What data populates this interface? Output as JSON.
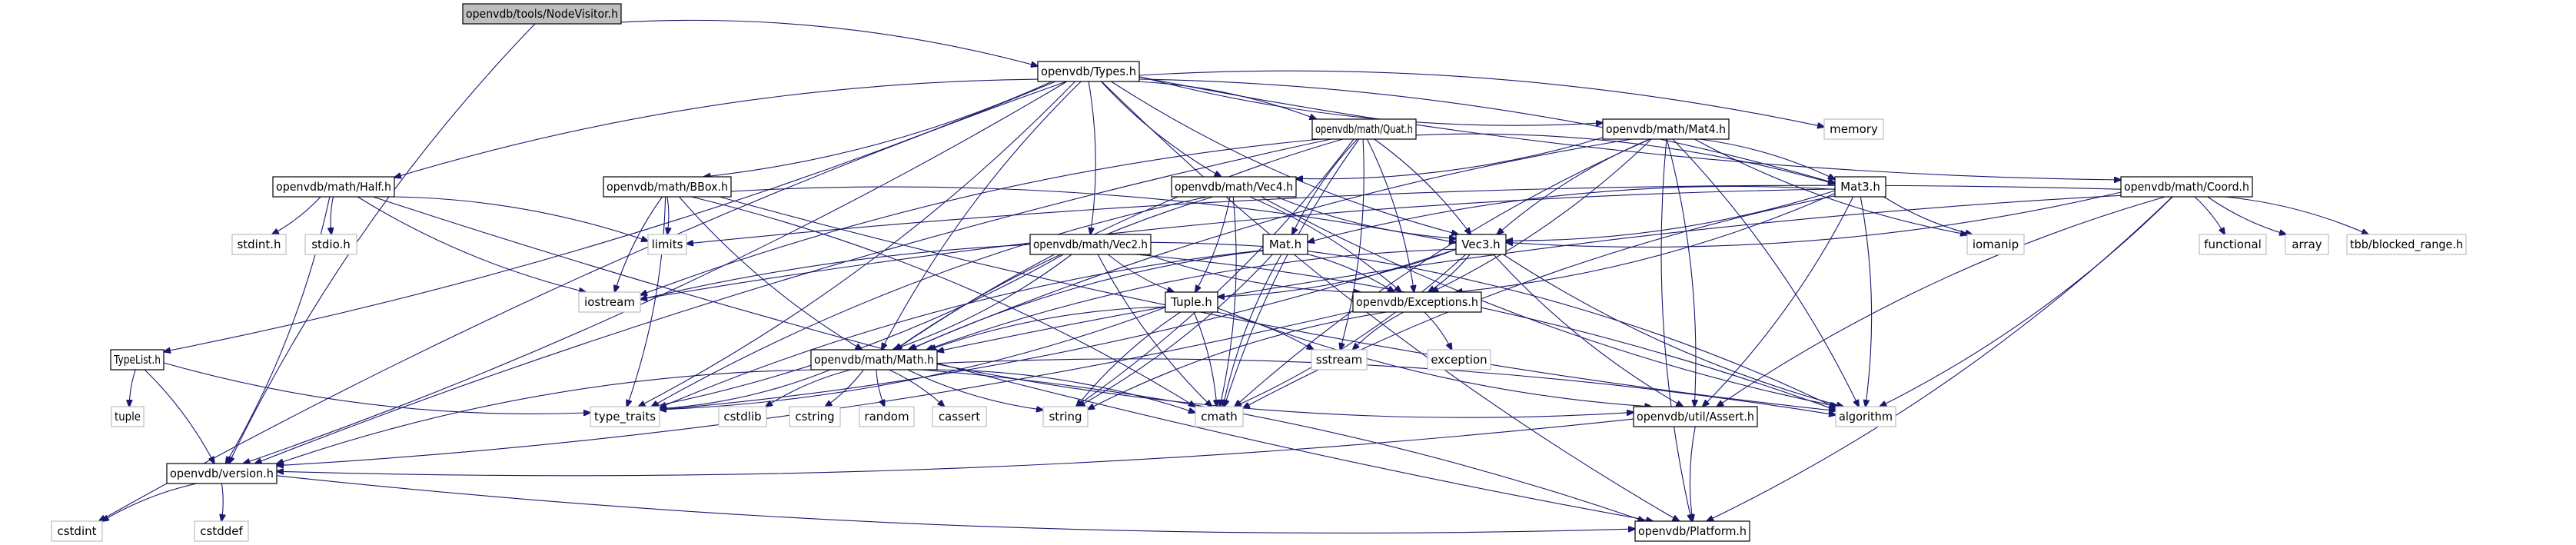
{
  "diagram": {
    "type": "include-dependency-graph",
    "root": "openvdb/tools/NodeVisitor.h",
    "colors": {
      "edge": "#191970",
      "root_fill": "#bfbfbf",
      "documented_border": "#000000",
      "external_border": "#bfbfbf"
    },
    "nodes": [
      {
        "id": "nodevisitor",
        "label": "openvdb/tools/NodeVisitor.h",
        "kind": "root"
      },
      {
        "id": "types",
        "label": "openvdb/Types.h",
        "kind": "documented"
      },
      {
        "id": "quat",
        "label": "openvdb/math/Quat.h",
        "kind": "documented"
      },
      {
        "id": "mat4",
        "label": "openvdb/math/Mat4.h",
        "kind": "documented"
      },
      {
        "id": "memory",
        "label": "memory",
        "kind": "external"
      },
      {
        "id": "half",
        "label": "openvdb/math/Half.h",
        "kind": "documented"
      },
      {
        "id": "bbox",
        "label": "openvdb/math/BBox.h",
        "kind": "documented"
      },
      {
        "id": "vec4",
        "label": "openvdb/math/Vec4.h",
        "kind": "documented"
      },
      {
        "id": "mat3",
        "label": "Mat3.h",
        "kind": "documented"
      },
      {
        "id": "coord",
        "label": "openvdb/math/Coord.h",
        "kind": "documented"
      },
      {
        "id": "stdinth",
        "label": "stdint.h",
        "kind": "external"
      },
      {
        "id": "stdioh",
        "label": "stdio.h",
        "kind": "external"
      },
      {
        "id": "limits",
        "label": "limits",
        "kind": "external"
      },
      {
        "id": "vec2",
        "label": "openvdb/math/Vec2.h",
        "kind": "documented"
      },
      {
        "id": "mat",
        "label": "Mat.h",
        "kind": "documented"
      },
      {
        "id": "vec3",
        "label": "Vec3.h",
        "kind": "documented"
      },
      {
        "id": "iomanip",
        "label": "iomanip",
        "kind": "external"
      },
      {
        "id": "functional",
        "label": "functional",
        "kind": "external"
      },
      {
        "id": "array",
        "label": "array",
        "kind": "external"
      },
      {
        "id": "tbbrange",
        "label": "tbb/blocked_range.h",
        "kind": "external"
      },
      {
        "id": "iostream",
        "label": "iostream",
        "kind": "external"
      },
      {
        "id": "tuple_h",
        "label": "Tuple.h",
        "kind": "documented"
      },
      {
        "id": "exceptions",
        "label": "openvdb/Exceptions.h",
        "kind": "documented"
      },
      {
        "id": "typelist",
        "label": "TypeList.h",
        "kind": "documented"
      },
      {
        "id": "sstream",
        "label": "sstream",
        "kind": "external"
      },
      {
        "id": "exception",
        "label": "exception",
        "kind": "external"
      },
      {
        "id": "mathh",
        "label": "openvdb/math/Math.h",
        "kind": "documented"
      },
      {
        "id": "tuple",
        "label": "tuple",
        "kind": "external"
      },
      {
        "id": "typetraits",
        "label": "type_traits",
        "kind": "external"
      },
      {
        "id": "cstdlib",
        "label": "cstdlib",
        "kind": "external"
      },
      {
        "id": "cstring",
        "label": "cstring",
        "kind": "external"
      },
      {
        "id": "random",
        "label": "random",
        "kind": "external"
      },
      {
        "id": "cassert",
        "label": "cassert",
        "kind": "external"
      },
      {
        "id": "string",
        "label": "string",
        "kind": "external"
      },
      {
        "id": "cmath",
        "label": "cmath",
        "kind": "external"
      },
      {
        "id": "assert",
        "label": "openvdb/util/Assert.h",
        "kind": "documented"
      },
      {
        "id": "algorithm",
        "label": "algorithm",
        "kind": "external"
      },
      {
        "id": "version",
        "label": "openvdb/version.h",
        "kind": "documented"
      },
      {
        "id": "cstdint",
        "label": "cstdint",
        "kind": "external"
      },
      {
        "id": "cstddef",
        "label": "cstddef",
        "kind": "external"
      },
      {
        "id": "platform",
        "label": "openvdb/Platform.h",
        "kind": "documented"
      }
    ],
    "edges": [
      [
        "nodevisitor",
        "types"
      ],
      [
        "nodevisitor",
        "version"
      ],
      [
        "types",
        "quat"
      ],
      [
        "types",
        "mat4"
      ],
      [
        "types",
        "memory"
      ],
      [
        "types",
        "half"
      ],
      [
        "types",
        "bbox"
      ],
      [
        "types",
        "vec4"
      ],
      [
        "types",
        "mat3"
      ],
      [
        "types",
        "coord"
      ],
      [
        "types",
        "vec2"
      ],
      [
        "types",
        "vec3"
      ],
      [
        "types",
        "typelist"
      ],
      [
        "types",
        "mathh"
      ],
      [
        "types",
        "typetraits"
      ],
      [
        "types",
        "cstdint"
      ],
      [
        "types",
        "version"
      ],
      [
        "types",
        "platform"
      ],
      [
        "quat",
        "mat3"
      ],
      [
        "quat",
        "mat"
      ],
      [
        "quat",
        "vec3"
      ],
      [
        "quat",
        "mathh"
      ],
      [
        "quat",
        "exceptions"
      ],
      [
        "quat",
        "iostream"
      ],
      [
        "quat",
        "sstream"
      ],
      [
        "quat",
        "cmath"
      ],
      [
        "quat",
        "string"
      ],
      [
        "quat",
        "version"
      ],
      [
        "mat4",
        "mat3"
      ],
      [
        "mat4",
        "vec3"
      ],
      [
        "mat4",
        "vec4"
      ],
      [
        "mat4",
        "mathh"
      ],
      [
        "mat4",
        "exceptions"
      ],
      [
        "mat4",
        "iomanip"
      ],
      [
        "mat4",
        "algorithm"
      ],
      [
        "mat4",
        "cmath"
      ],
      [
        "mat4",
        "assert"
      ],
      [
        "mat4",
        "platform"
      ],
      [
        "half",
        "stdinth"
      ],
      [
        "half",
        "stdioh"
      ],
      [
        "half",
        "limits"
      ],
      [
        "half",
        "iostream"
      ],
      [
        "half",
        "version"
      ],
      [
        "half",
        "platform"
      ],
      [
        "bbox",
        "vec3"
      ],
      [
        "bbox",
        "mathh"
      ],
      [
        "bbox",
        "limits"
      ],
      [
        "bbox",
        "iostream"
      ],
      [
        "bbox",
        "typetraits"
      ],
      [
        "bbox",
        "algorithm"
      ],
      [
        "bbox",
        "cmath"
      ],
      [
        "vec4",
        "vec3"
      ],
      [
        "vec4",
        "tuple_h"
      ],
      [
        "vec4",
        "mathh"
      ],
      [
        "vec4",
        "exceptions"
      ],
      [
        "vec4",
        "algorithm"
      ],
      [
        "vec4",
        "cmath"
      ],
      [
        "vec4",
        "typetraits"
      ],
      [
        "mat3",
        "vec3"
      ],
      [
        "mat3",
        "mat"
      ],
      [
        "mat3",
        "exceptions"
      ],
      [
        "mat3",
        "iomanip"
      ],
      [
        "mat3",
        "algorithm"
      ],
      [
        "mat3",
        "cmath"
      ],
      [
        "mat3",
        "assert"
      ],
      [
        "mat3",
        "iostream"
      ],
      [
        "coord",
        "vec3"
      ],
      [
        "coord",
        "mathh"
      ],
      [
        "coord",
        "functional"
      ],
      [
        "coord",
        "array"
      ],
      [
        "coord",
        "tbbrange"
      ],
      [
        "coord",
        "limits"
      ],
      [
        "coord",
        "algorithm"
      ],
      [
        "coord",
        "assert"
      ],
      [
        "coord",
        "platform"
      ],
      [
        "vec2",
        "tuple_h"
      ],
      [
        "vec2",
        "mathh"
      ],
      [
        "vec2",
        "exceptions"
      ],
      [
        "vec2",
        "algorithm"
      ],
      [
        "vec2",
        "cmath"
      ],
      [
        "vec2",
        "typetraits"
      ],
      [
        "mat",
        "mathh"
      ],
      [
        "mat",
        "exceptions"
      ],
      [
        "mat",
        "iostream"
      ],
      [
        "mat",
        "string"
      ],
      [
        "mat",
        "cmath"
      ],
      [
        "mat",
        "algorithm"
      ],
      [
        "mat",
        "typetraits"
      ],
      [
        "vec3",
        "tuple_h"
      ],
      [
        "vec3",
        "mathh"
      ],
      [
        "vec3",
        "exceptions"
      ],
      [
        "vec3",
        "algorithm"
      ],
      [
        "vec3",
        "cmath"
      ],
      [
        "vec3",
        "assert"
      ],
      [
        "vec3",
        "typetraits"
      ],
      [
        "tuple_h",
        "mathh"
      ],
      [
        "tuple_h",
        "sstream"
      ],
      [
        "tuple_h",
        "string"
      ],
      [
        "tuple_h",
        "cmath"
      ],
      [
        "tuple_h",
        "assert"
      ],
      [
        "tuple_h",
        "typetraits"
      ],
      [
        "exceptions",
        "sstream"
      ],
      [
        "exceptions",
        "exception"
      ],
      [
        "exceptions",
        "string"
      ],
      [
        "exceptions",
        "version"
      ],
      [
        "typelist",
        "tuple"
      ],
      [
        "typelist",
        "version"
      ],
      [
        "typelist",
        "typetraits"
      ],
      [
        "mathh",
        "typetraits"
      ],
      [
        "mathh",
        "cstdlib"
      ],
      [
        "mathh",
        "cstring"
      ],
      [
        "mathh",
        "random"
      ],
      [
        "mathh",
        "cassert"
      ],
      [
        "mathh",
        "string"
      ],
      [
        "mathh",
        "cmath"
      ],
      [
        "mathh",
        "assert"
      ],
      [
        "mathh",
        "algorithm"
      ],
      [
        "mathh",
        "version"
      ],
      [
        "mathh",
        "platform"
      ],
      [
        "assert",
        "platform"
      ],
      [
        "assert",
        "version"
      ],
      [
        "version",
        "cstdint"
      ],
      [
        "version",
        "cstddef"
      ],
      [
        "version",
        "platform"
      ]
    ]
  }
}
